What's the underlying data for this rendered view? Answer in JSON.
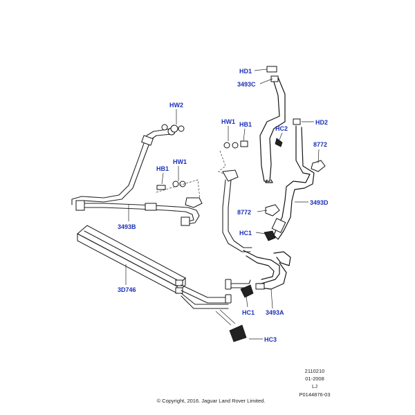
{
  "callouts": {
    "hd1": "HD1",
    "c3493c": "3493C",
    "hw2": "HW2",
    "hw1_top": "HW1",
    "hb1_top": "HB1",
    "hc2": "HC2",
    "hd2": "HD2",
    "c8772_right": "8772",
    "hb1_left": "HB1",
    "hw1_left": "HW1",
    "c3493d": "3493D",
    "c8772_mid": "8772",
    "c3493b": "3493B",
    "hc1_mid": "HC1",
    "c3d746": "3D746",
    "hc1_bottom": "HC1",
    "c3493a": "3493A",
    "hc3": "HC3"
  },
  "meta": {
    "code": "2110210",
    "date": "01-2008",
    "initials": "LJ",
    "ref": "P0144876-03",
    "copyright": "© Copyright, 2016. Jaguar Land Rover Limited."
  },
  "colors": {
    "callout": "#1b2fb8",
    "line": "#222222",
    "background": "#ffffff"
  }
}
